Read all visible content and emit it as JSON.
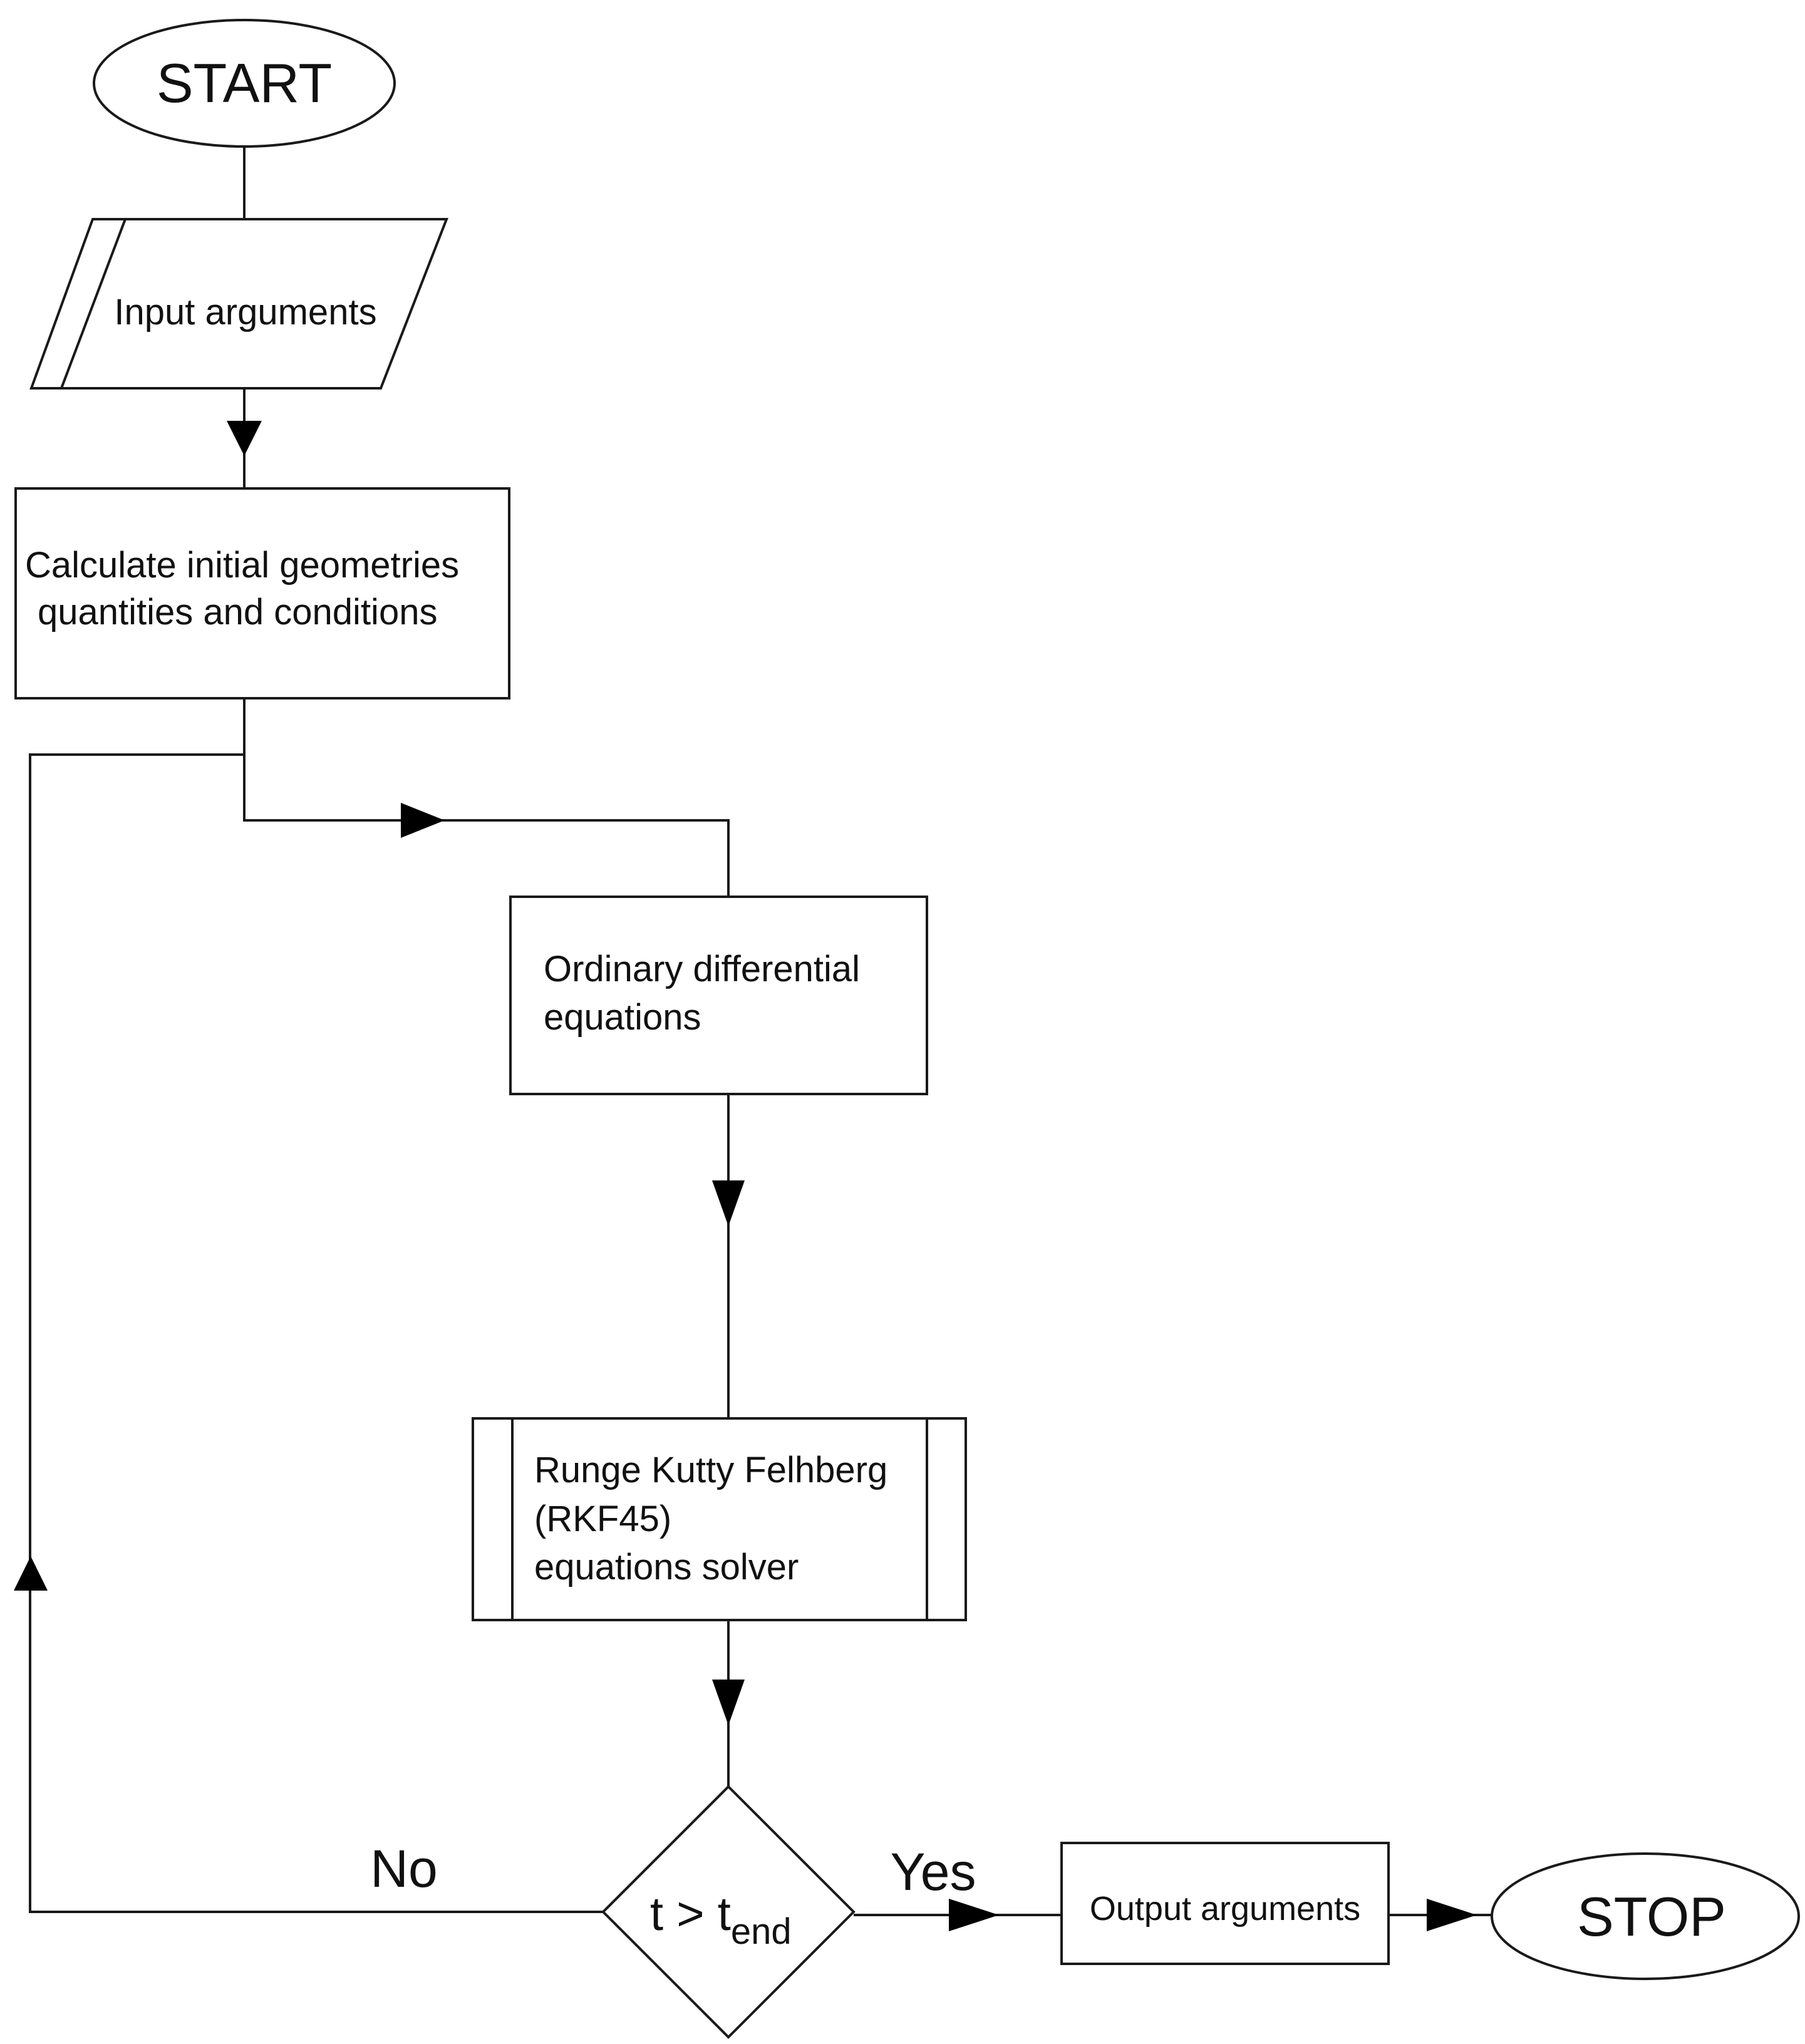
{
  "flowchart": {
    "start_label": "START",
    "input_label": "Input arguments",
    "calculate_line1": "Calculate initial geometries",
    "calculate_line2": "quantities and conditions",
    "ode_line1": "Ordinary differential",
    "ode_line2": "equations",
    "solver_line1": "Runge Kutty Felhberg",
    "solver_line2": "(RKF45)",
    "solver_line3": "equations solver",
    "decision_main": "t > t",
    "decision_sub": "end",
    "no_label": "No",
    "yes_label": "Yes",
    "output_label": "Output arguments",
    "stop_label": "STOP"
  }
}
